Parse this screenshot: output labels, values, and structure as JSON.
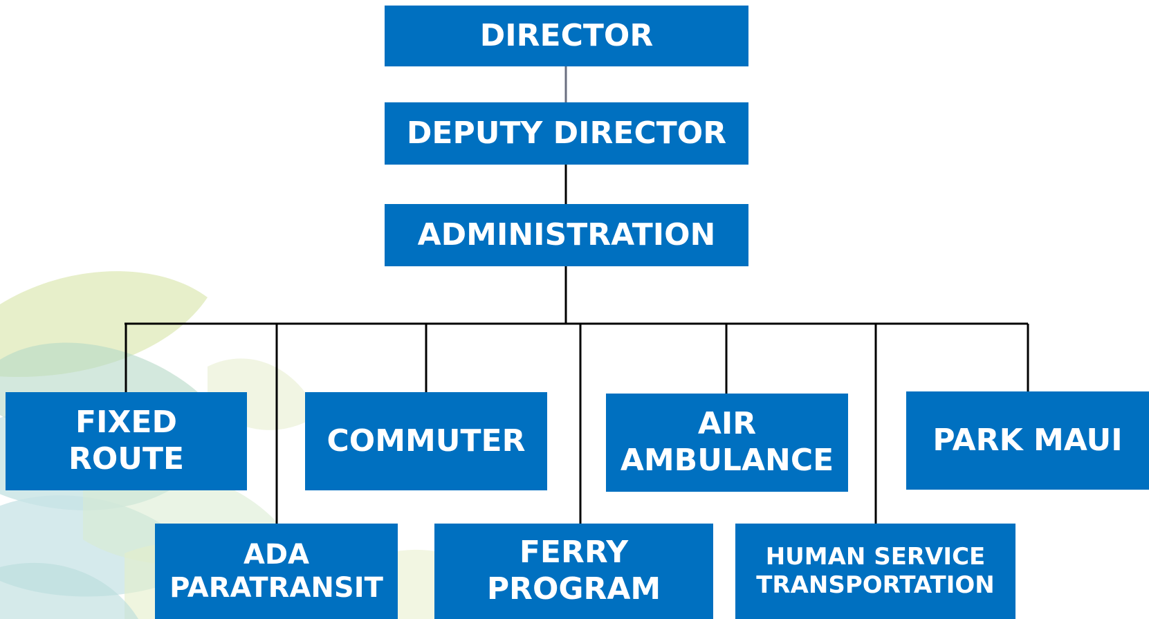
{
  "org_chart": {
    "colors": {
      "box_fill": "#0070c0",
      "box_text": "#ffffff",
      "connector": "#000000"
    },
    "nodes": {
      "director": "DIRECTOR",
      "deputy_director": "DEPUTY DIRECTOR",
      "administration": "ADMINISTRATION",
      "fixed_route": "FIXED\nROUTE",
      "ada_paratransit": "ADA\nPARATRANSIT",
      "commuter": "COMMUTER",
      "ferry_program": "FERRY\nPROGRAM",
      "air_ambulance": "AIR\nAMBULANCE",
      "human_service_transportation": "HUMAN SERVICE\nTRANSPORTATION",
      "park_maui": "PARK MAUI"
    }
  }
}
